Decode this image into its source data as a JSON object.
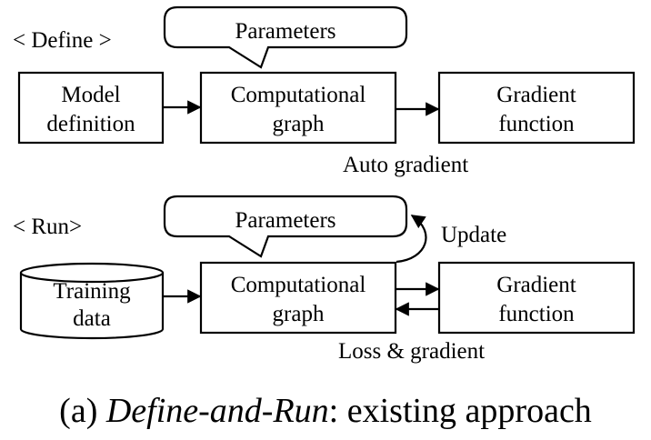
{
  "define": {
    "section_label": "< Define >",
    "callout": "Parameters",
    "model": [
      "Model",
      "definition"
    ],
    "graph": [
      "Computational",
      "graph"
    ],
    "gradient": [
      "Gradient",
      "function"
    ],
    "edge_label": "Auto gradient"
  },
  "run": {
    "section_label": "< Run>",
    "callout": "Parameters",
    "update_label": "Update",
    "data": [
      "Training",
      "data"
    ],
    "graph": [
      "Computational",
      "graph"
    ],
    "gradient": [
      "Gradient",
      "function"
    ],
    "edge_label": "Loss & gradient"
  },
  "caption": {
    "prefix": "(a) ",
    "emphasis": "Define-and-Run",
    "suffix": ": existing approach"
  }
}
